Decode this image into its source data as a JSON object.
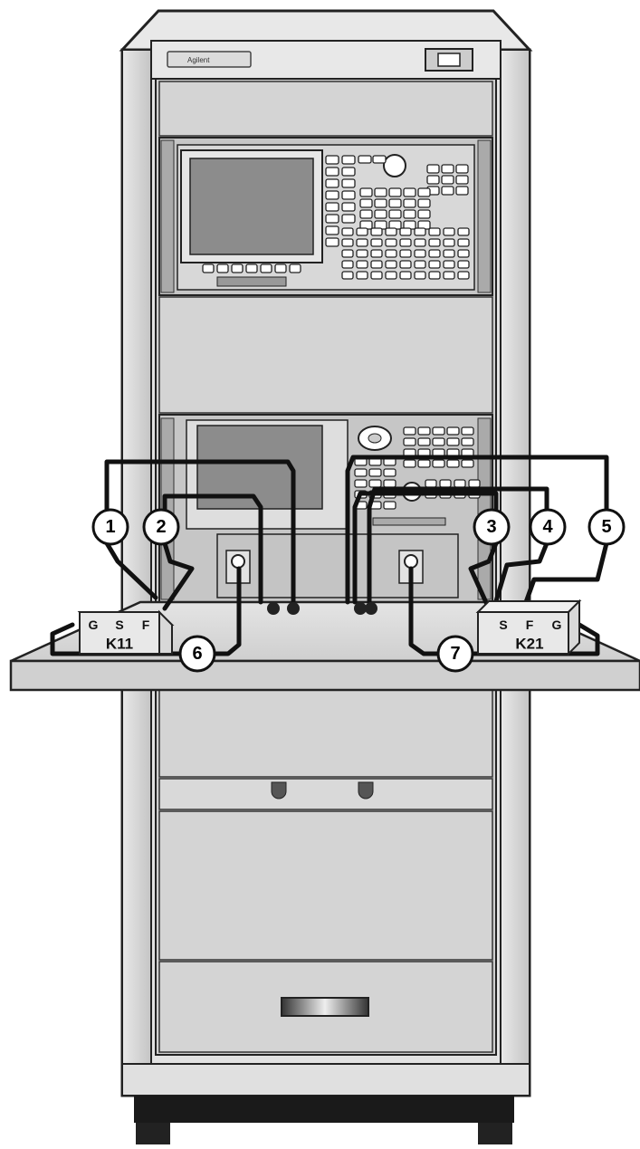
{
  "brand": {
    "logo_text": "Agilent"
  },
  "callouts": [
    {
      "id": "1",
      "label": "1"
    },
    {
      "id": "2",
      "label": "2"
    },
    {
      "id": "3",
      "label": "3"
    },
    {
      "id": "4",
      "label": "4"
    },
    {
      "id": "5",
      "label": "5"
    },
    {
      "id": "6",
      "label": "6"
    },
    {
      "id": "7",
      "label": "7"
    }
  ],
  "fixtures": {
    "left": {
      "name": "K11",
      "ports": [
        "G",
        "S",
        "F"
      ]
    },
    "right": {
      "name": "K21",
      "ports": [
        "S",
        "F",
        "G"
      ]
    }
  },
  "colors": {
    "cabinet": "#d9d9d9",
    "panel": "#c8c8c8",
    "dark": "#1a1a1a",
    "screen": "#8c8c8c",
    "cable": "#111111"
  }
}
